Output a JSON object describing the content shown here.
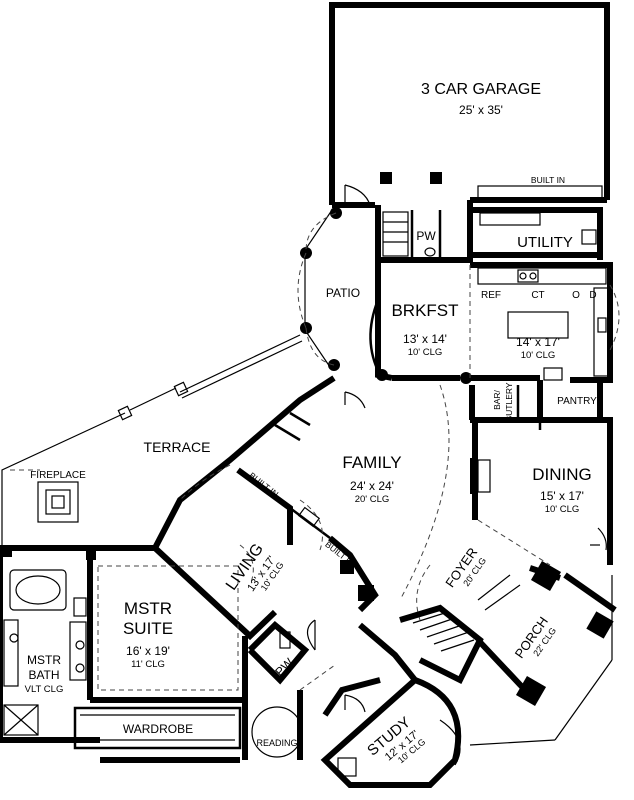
{
  "rooms": {
    "garage": {
      "name": "3 CAR GARAGE",
      "dims": "25' x 35'"
    },
    "garage_builtin": {
      "name": "BUILT IN"
    },
    "pw_top": {
      "name": "PW"
    },
    "utility": {
      "name": "UTILITY"
    },
    "patio": {
      "name": "PATIO"
    },
    "brkfst": {
      "name": "BRKFST",
      "dims": "13' x 14'",
      "clg": "10' CLG"
    },
    "kitchen": {
      "dims": "14' x 17'",
      "clg": "10' CLG",
      "ref": "REF",
      "ct": "CT",
      "o": "O",
      "d": "D"
    },
    "pantry": {
      "name": "PANTRY"
    },
    "bar": {
      "name1": "BAR/",
      "name2": "BUTLERY"
    },
    "terrace": {
      "name": "TERRACE"
    },
    "fireplace": {
      "name": "FIREPLACE"
    },
    "family": {
      "name": "FAMILY",
      "dims": "24' x 24'",
      "clg": "20' CLG"
    },
    "dining": {
      "name": "DINING",
      "dims": "15' x 17'",
      "clg": "10' CLG"
    },
    "builtin_left": {
      "name": "BUILT IN"
    },
    "builtin_right": {
      "name": "BUILT IN"
    },
    "living": {
      "name": "LIVING",
      "dims": "13' x 17'",
      "clg": "10' CLG"
    },
    "foyer": {
      "name": "FOYER",
      "clg": "20' CLG"
    },
    "porch": {
      "name": "PORCH",
      "clg": "22' CLG"
    },
    "mstr_suite": {
      "name1": "MSTR",
      "name2": "SUITE",
      "dims": "16' x 19'",
      "clg": "11' CLG"
    },
    "mstr_bath": {
      "name1": "MSTR",
      "name2": "BATH",
      "clg": "VLT CLG"
    },
    "pw_bottom": {
      "name": "PW"
    },
    "wardrobe": {
      "name": "WARDROBE"
    },
    "reading": {
      "name": "READING"
    },
    "study": {
      "name": "STUDY",
      "dims": "12' x 17'",
      "clg": "10' CLG"
    }
  }
}
